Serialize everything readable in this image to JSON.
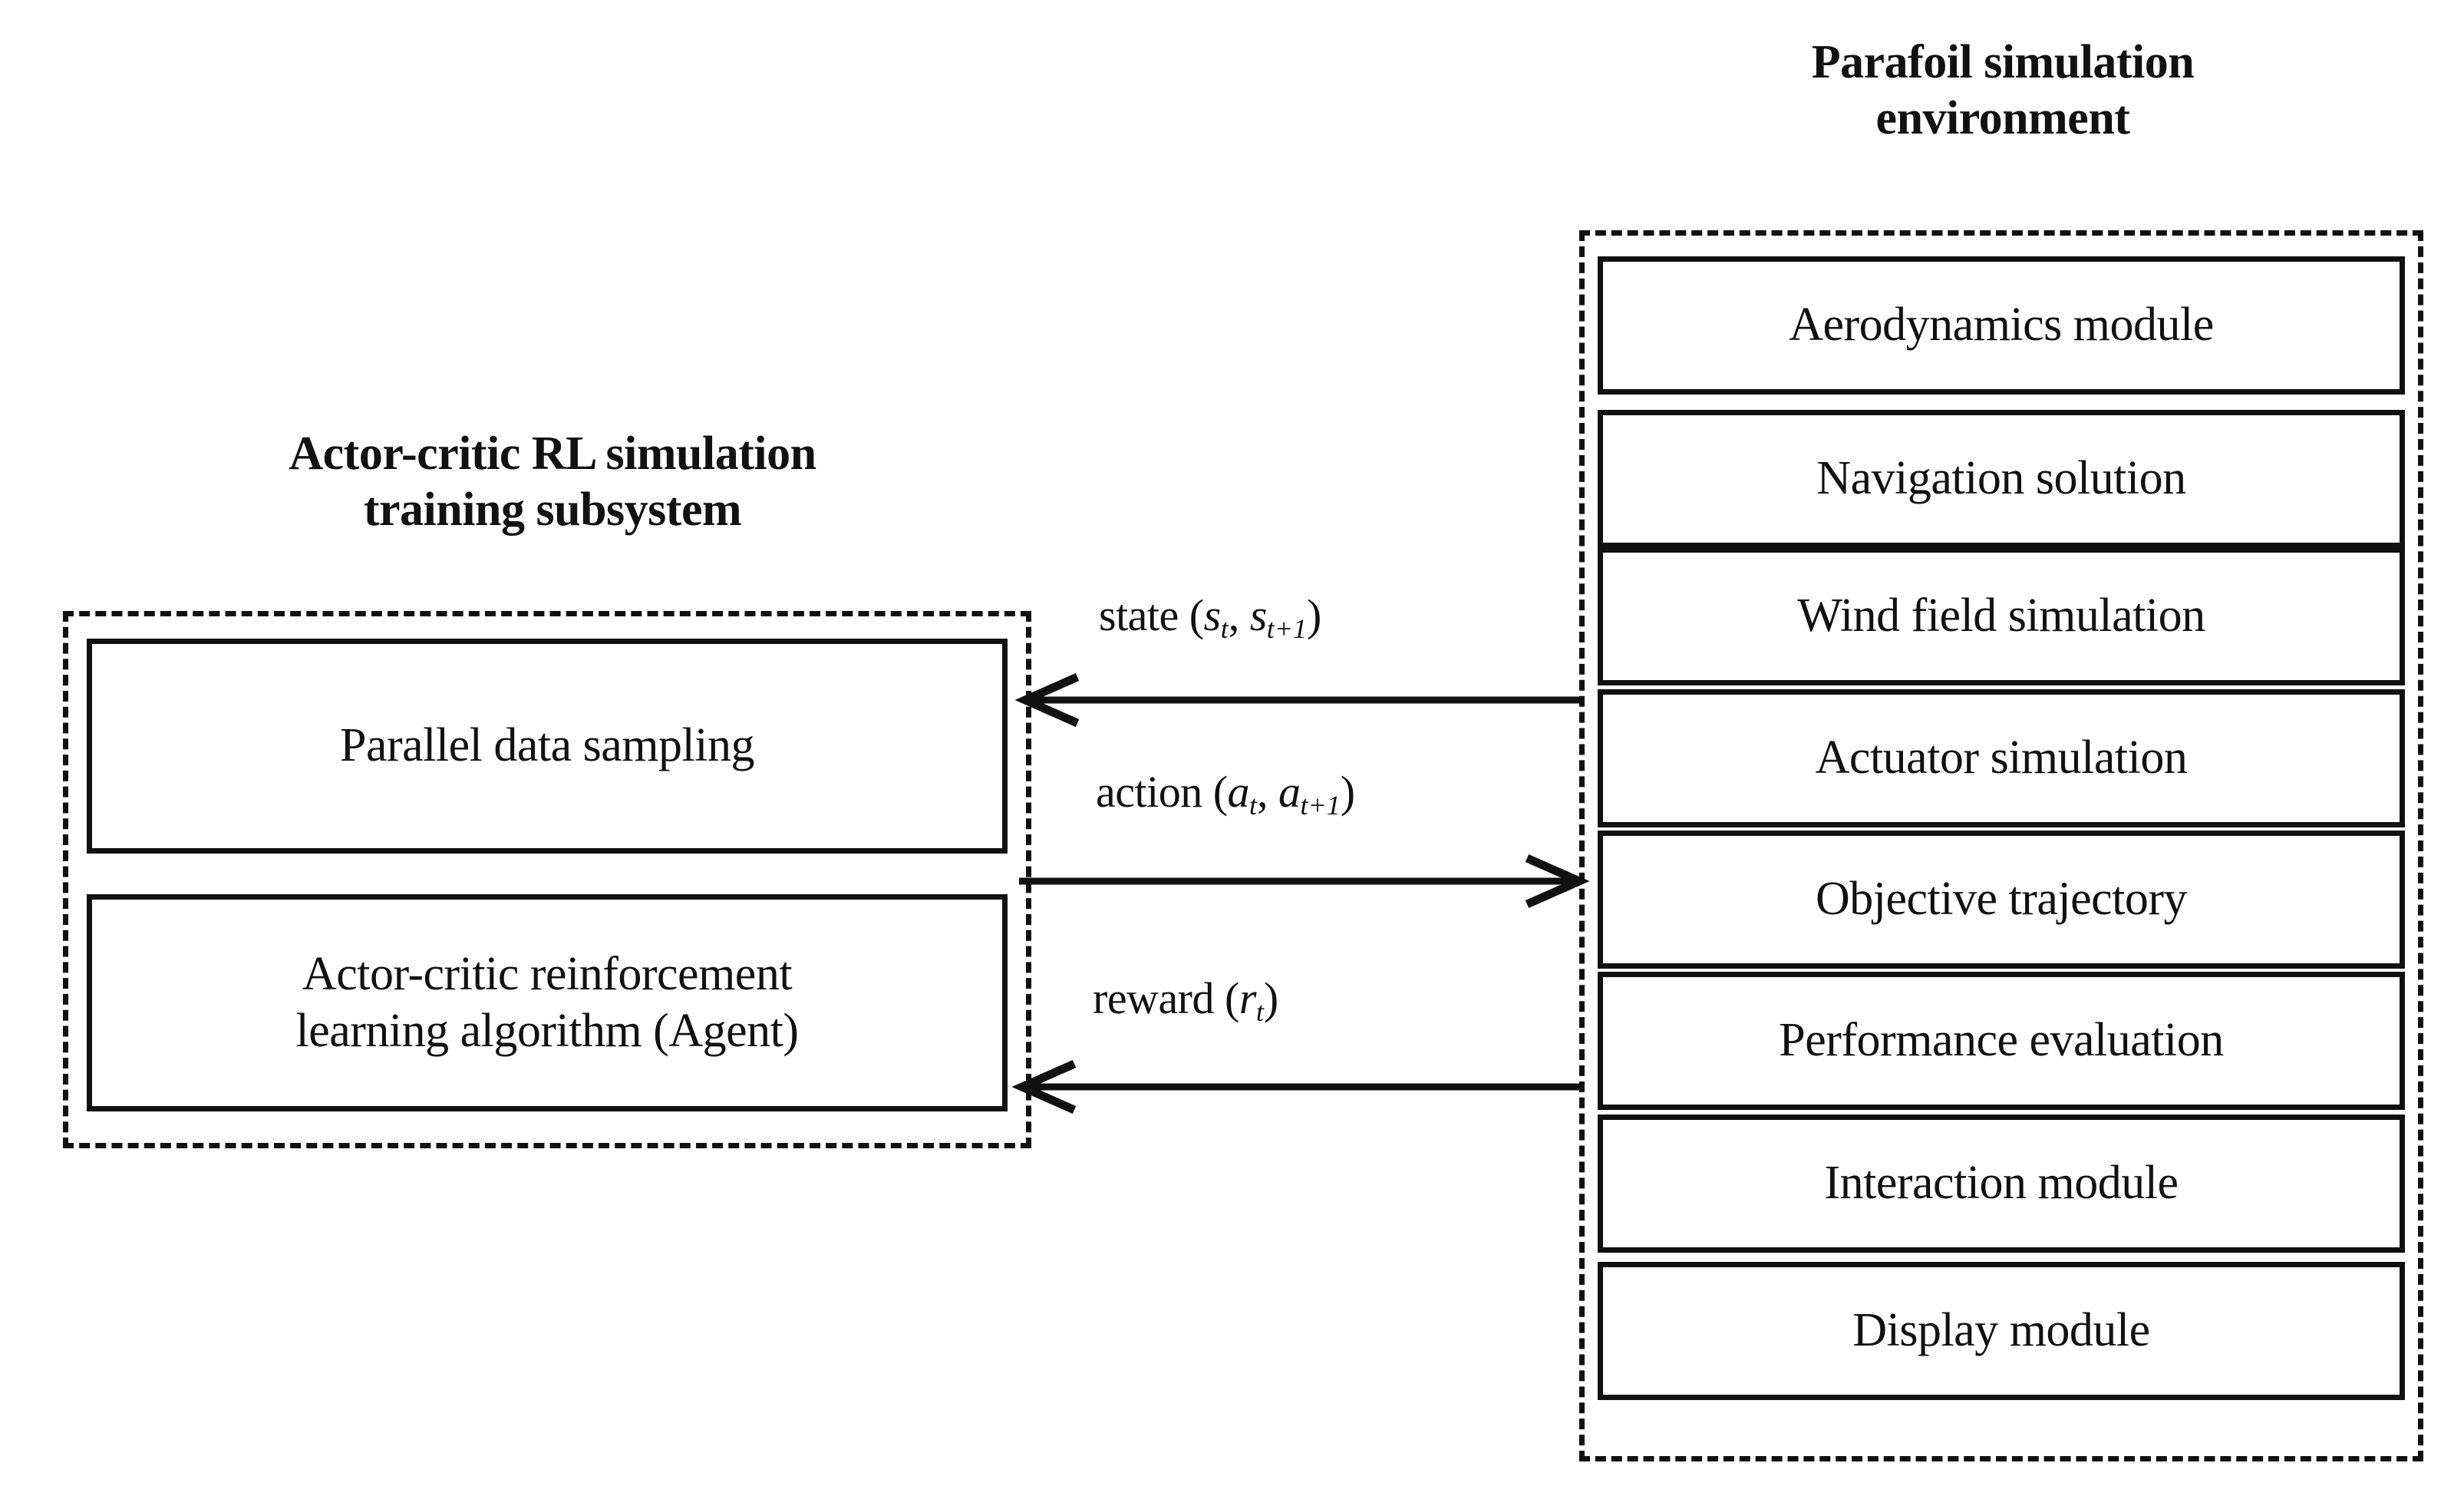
{
  "diagram": {
    "background_color": "#ffffff",
    "line_color": "#111111",
    "left_group": {
      "title": "Actor-critic RL simulation\ntraining subsystem",
      "boxes": [
        {
          "label": "Parallel data sampling"
        },
        {
          "label": "Actor-critic reinforcement\nlearning algorithm (Agent)"
        }
      ]
    },
    "right_group": {
      "title": "Parafoil simulation\nenvironment",
      "boxes": [
        {
          "label": "Aerodynamics module"
        },
        {
          "label": "Navigation solution"
        },
        {
          "label": "Wind field simulation"
        },
        {
          "label": "Actuator simulation"
        },
        {
          "label": "Objective trajectory"
        },
        {
          "label": "Performance evaluation"
        },
        {
          "label": "Interaction module"
        },
        {
          "label": "Display module"
        }
      ]
    },
    "arrows": [
      {
        "name": "state",
        "label_plain": "state (st, st+1)",
        "label_prefix": "state (",
        "var1": "s",
        "sub1": "t",
        "separator": ", ",
        "var2": "s",
        "sub2": "t+1",
        "label_suffix": ")",
        "direction": "right-to-left"
      },
      {
        "name": "action",
        "label_plain": "action (at, at+1)",
        "label_prefix": "action (",
        "var1": "a",
        "sub1": "t",
        "separator": ", ",
        "var2": "a",
        "sub2": "t+1",
        "label_suffix": ")",
        "direction": "left-to-right"
      },
      {
        "name": "reward",
        "label_plain": "reward (rt)",
        "label_prefix": "reward (",
        "var1": "r",
        "sub1": "t",
        "separator": "",
        "var2": "",
        "sub2": "",
        "label_suffix": ")",
        "direction": "right-to-left"
      }
    ]
  }
}
